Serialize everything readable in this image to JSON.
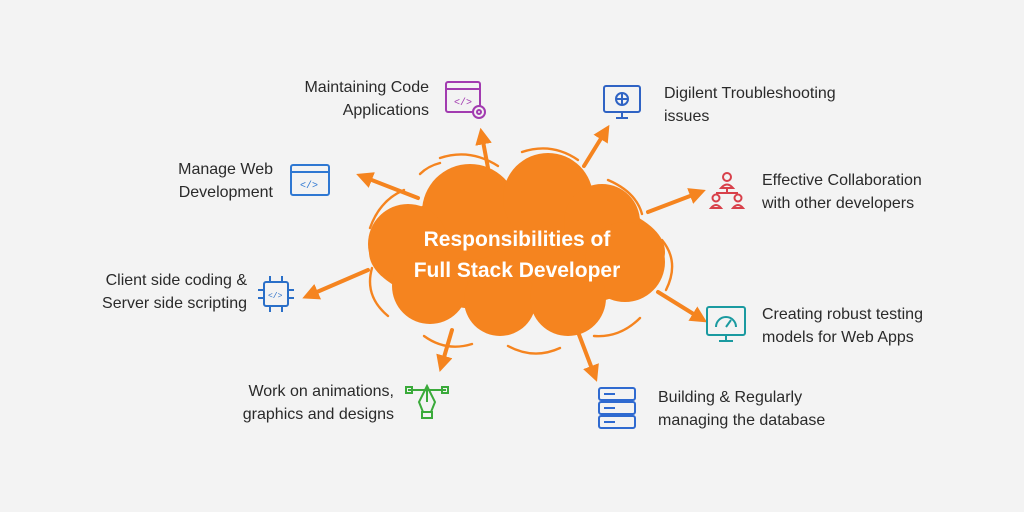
{
  "title": {
    "line1": "Responsibilities of",
    "line2": "Full Stack Developer"
  },
  "colors": {
    "cloud": "#f5841f",
    "arrow": "#f5841f",
    "background": "#f3f3f3"
  },
  "items": [
    {
      "line1": "Maintaining Code",
      "line2": "Applications",
      "icon": "code-settings-icon"
    },
    {
      "line1": "Digilent Troubleshooting",
      "line2": "issues",
      "icon": "troubleshooting-monitor-icon"
    },
    {
      "line1": "Manage Web",
      "line2": "Development",
      "icon": "browser-code-icon"
    },
    {
      "line1": "Effective Collaboration",
      "line2": "with other developers",
      "icon": "team-hierarchy-icon"
    },
    {
      "line1": "Client side coding &",
      "line2": "Server side scripting",
      "icon": "circuit-code-icon"
    },
    {
      "line1": "Creating robust testing",
      "line2": "models for Web Apps",
      "icon": "dashboard-monitor-icon"
    },
    {
      "line1": "Work on animations,",
      "line2": "graphics and designs",
      "icon": "pen-tool-icon"
    },
    {
      "line1": "Building & Regularly",
      "line2": "managing the database",
      "icon": "database-server-icon"
    }
  ]
}
